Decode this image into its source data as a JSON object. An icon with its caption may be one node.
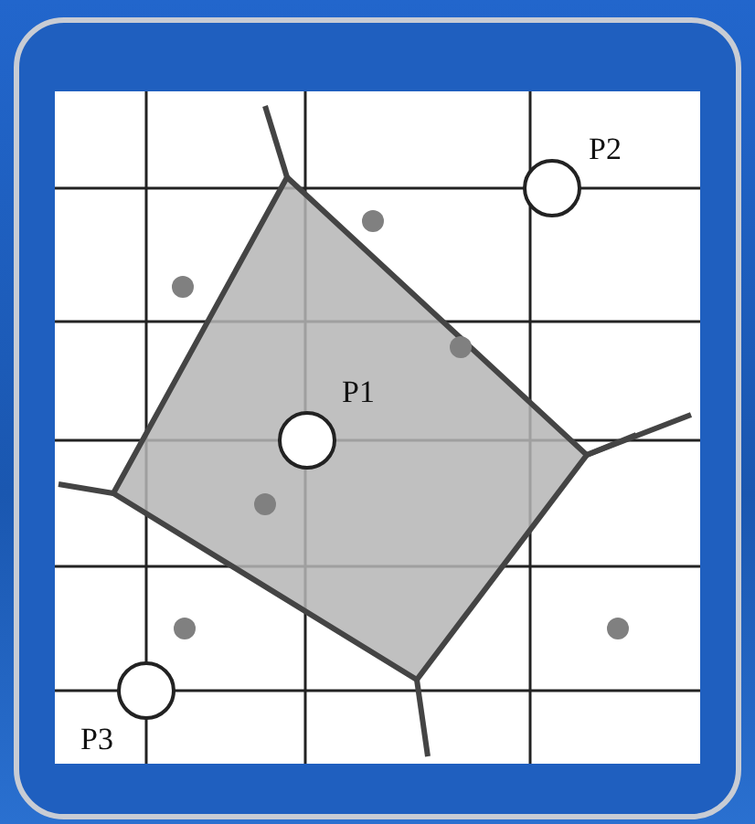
{
  "diagram": {
    "labels": [
      "P2",
      "P1",
      "P3"
    ]
  }
}
